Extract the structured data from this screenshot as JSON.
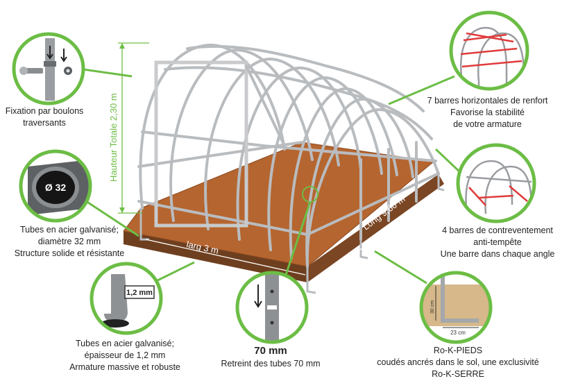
{
  "colors": {
    "accent_green": "#6cbd45",
    "soil_top": "#b5652f",
    "soil_side": "#6e3f1f",
    "frame": "#c8cacc",
    "brace_red": "#e03b3b"
  },
  "dimensions": {
    "height": "Hauteur Totale 2,30 m",
    "width": "larg 3 m",
    "length": "Long 9,60 m"
  },
  "callouts": {
    "bolts": {
      "icon": "bolt-fixing-icon",
      "lines": [
        "Fixation par boulons",
        "traversants"
      ]
    },
    "tube_diameter": {
      "icon": "tube-section-icon",
      "badge": "Ø 32",
      "lines": [
        "Tubes en acier galvanisé;",
        "diamètre 32 mm",
        "Structure solide et résistante"
      ]
    },
    "tube_thickness": {
      "icon": "tube-thickness-icon",
      "badge": "1,2 mm",
      "lines": [
        "Tubes en acier galvanisé;",
        "épaisseur de 1,2 mm",
        "Armature massive et robuste"
      ]
    },
    "retreint": {
      "icon": "tube-joint-icon",
      "headline": "70 mm",
      "lines": [
        "Retreint des tubes 70 mm"
      ]
    },
    "pieds": {
      "icon": "anchor-foot-icon",
      "dim_vertical": "30 cm",
      "dim_horizontal": "23 cm",
      "lines": [
        "Ro-K-PIEDS",
        "coudés ancrés dans le sol, une exclusivité",
        "Ro-K-SERRE"
      ]
    },
    "reinforcement": {
      "icon": "reinforcement-bars-icon",
      "lines": [
        "7 barres horizontales de renfort",
        "Favorise la stabilité",
        "de votre armature"
      ]
    },
    "bracing": {
      "icon": "storm-bracing-icon",
      "lines": [
        "4 barres de contreventement",
        "anti-tempête",
        "Une barre dans chaque angle"
      ]
    }
  }
}
